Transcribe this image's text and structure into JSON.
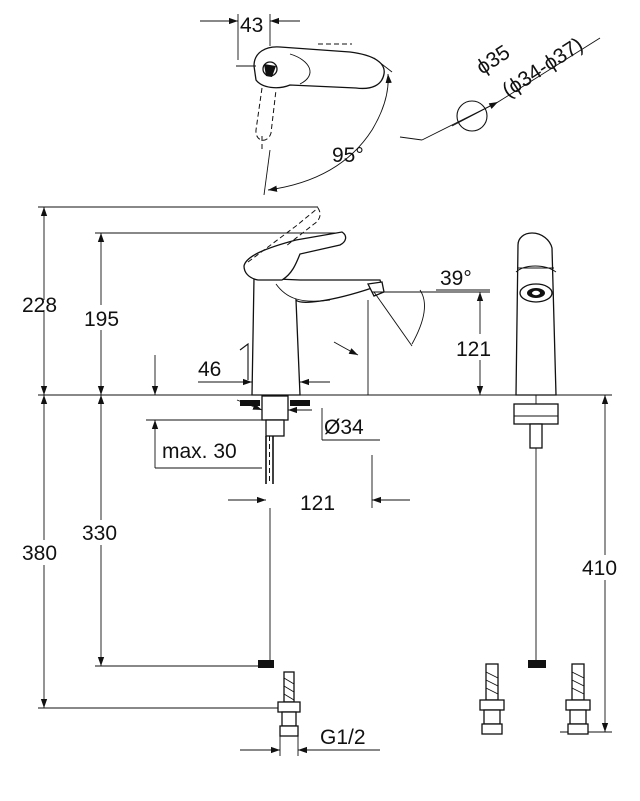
{
  "labels": {
    "top_width": "43",
    "rotation_angle": "95°",
    "hole_diameter": "ϕ35",
    "hole_range": "(ϕ34-ϕ37)",
    "spout_angle": "39°",
    "height_total": "228",
    "height_handle": "195",
    "height_spout": "121",
    "rod_offset": "46",
    "shank_diameter": "Ø34",
    "counter_max": "max. 30",
    "reach": "121",
    "depth_330": "330",
    "depth_380": "380",
    "hose_length": "410",
    "thread": "G1/2"
  }
}
